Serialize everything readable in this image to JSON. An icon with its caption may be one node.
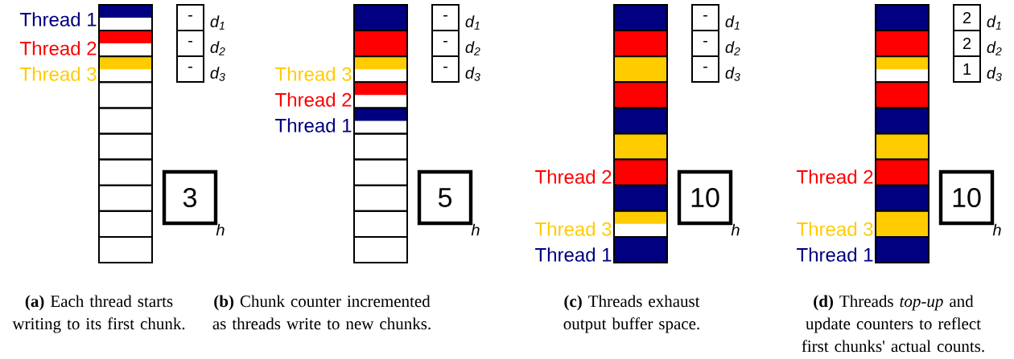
{
  "diagram": {
    "nodes": [
      {
        "text": [
          "-"
        ],
        "beside": [
          "d$_{1}$"
        ]
      },
      {
        "text": [
          "-"
        ],
        "beside": [
          "d$_{2}$"
        ]
      },
      {
        "text": [
          "-"
        ],
        "beside": [
          "d$_{3}$"
        ]
      },
      {
        "text": [
          "3"
        ],
        "beside": [
          "h"
        ]
      },
      {
        "text": [
          "-"
        ],
        "beside": [
          "d$_{1}$"
        ]
      },
      {
        "text": [
          "-"
        ],
        "beside": [
          "d$_{2}$"
        ]
      },
      {
        "text": [
          "-"
        ],
        "beside": [
          "d$_{3}$"
        ]
      },
      {
        "text": [
          "5"
        ],
        "beside": [
          "h"
        ]
      },
      {
        "text": [
          "-"
        ],
        "beside": [
          "d$_{1}$"
        ]
      },
      {
        "text": [
          "-"
        ],
        "beside": [
          "d$_{2}$"
        ]
      },
      {
        "text": [
          "-"
        ],
        "beside": [
          "d$_{3}$"
        ]
      },
      {
        "text": [
          "10"
        ],
        "beside": [
          "h"
        ]
      },
      {
        "text": [
          "2"
        ],
        "beside": [
          "d$_{1}$"
        ]
      },
      {
        "text": [
          "2"
        ],
        "beside": [
          "d$_{2}$"
        ]
      },
      {
        "text": [
          "1"
        ],
        "beside": [
          "d$_{3}$"
        ]
      },
      {
        "text": [
          "10"
        ],
        "beside": [
          "h"
        ]
      }
    ],
    "labels": [
      "Thread 1",
      "Thread 2",
      "Thread 3",
      "Thread 3",
      "Thread 2",
      "Thread 1",
      "Thread 2",
      "Thread 3",
      "Thread 1",
      "Thread 2",
      "Thread 3",
      "Thread 1",
      "**(a)** Each thread starts writing to its first chunk.",
      "**(b)** Chunk counter incremented as threads write to new chunks.",
      "**(c)** Threads exhaust output buffer space.",
      "**(d)** Threads *top-up* and update counters to reflect first chunks' actual counts."
    ]
  }
}
